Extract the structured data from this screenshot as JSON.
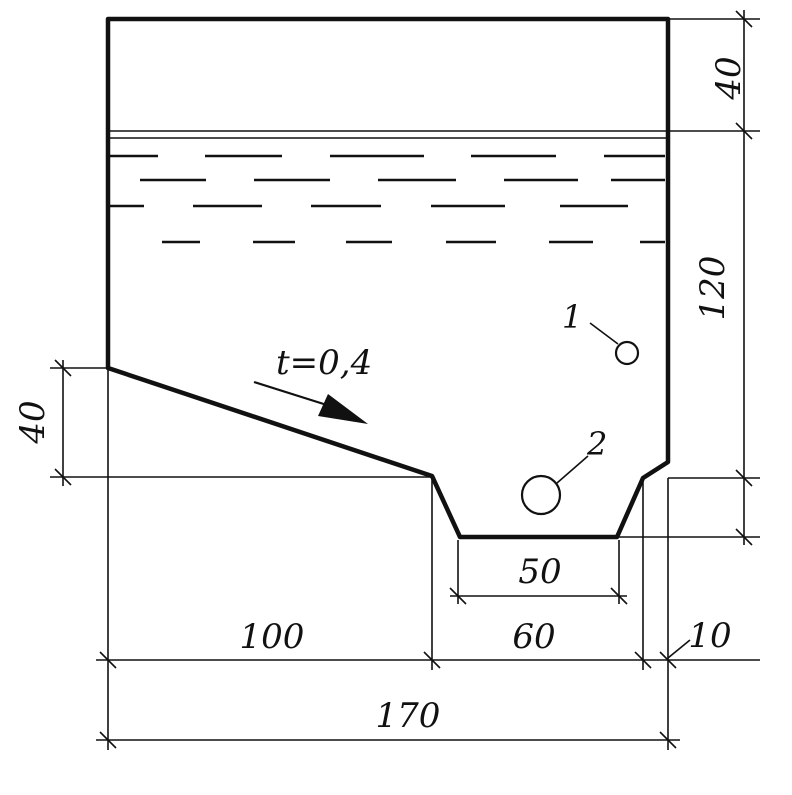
{
  "dimensions": {
    "top_height": "40",
    "water_height": "120",
    "left_height": "40",
    "width_left": "100",
    "width_middle": "60",
    "width_right": "10",
    "total_width": "170",
    "bottom_width": "50"
  },
  "annotations": {
    "slope_label": "t=0,4",
    "point_1": "1",
    "point_2": "2"
  }
}
